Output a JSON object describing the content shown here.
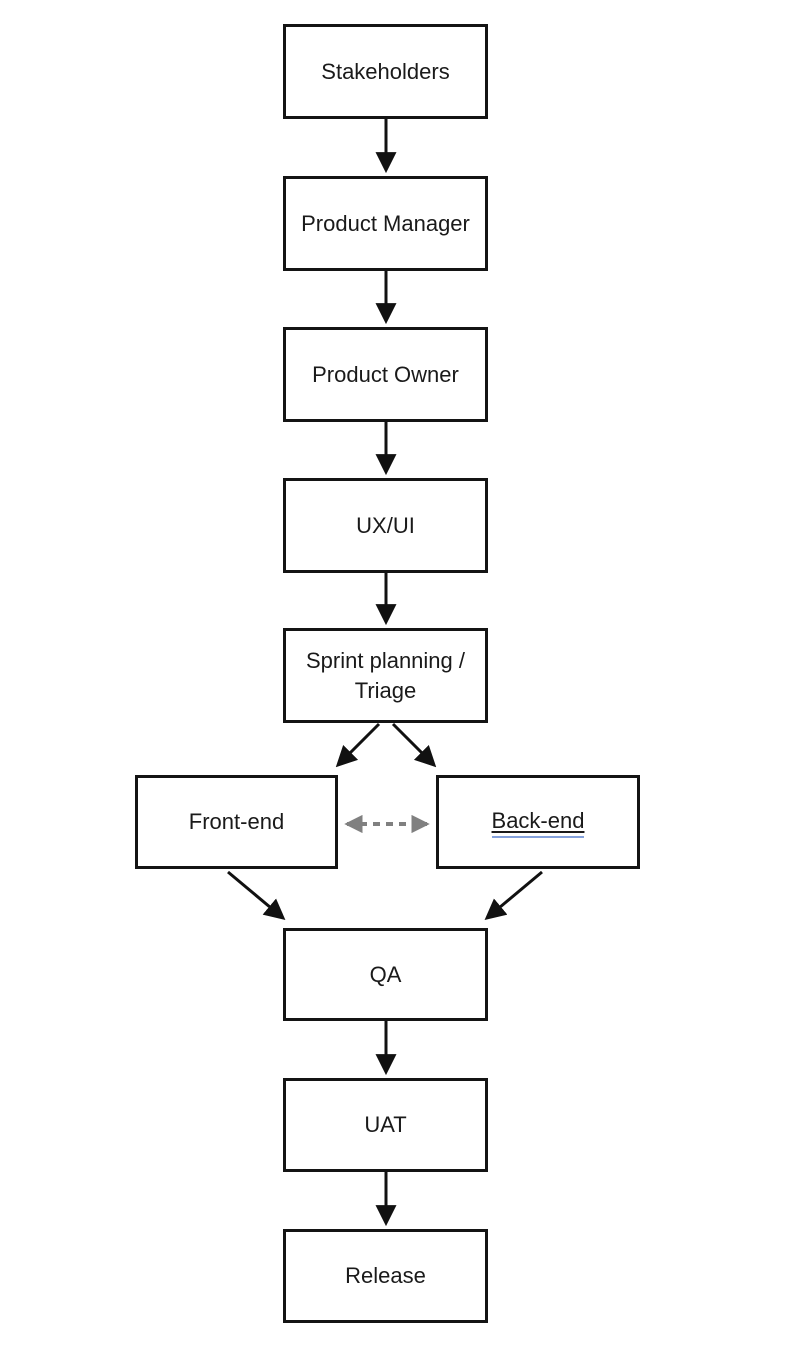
{
  "diagram_type": "flowchart",
  "nodes": {
    "stakeholders": {
      "label": "Stakeholders"
    },
    "product_manager": {
      "label": "Product Manager"
    },
    "product_owner": {
      "label": "Product Owner"
    },
    "ux_ui": {
      "label": "UX/UI"
    },
    "sprint_planning": {
      "label": "Sprint planning / Triage"
    },
    "front_end": {
      "label": "Front-end"
    },
    "back_end": {
      "label": "Back-end"
    },
    "qa": {
      "label": "QA"
    },
    "uat": {
      "label": "UAT"
    },
    "release": {
      "label": "Release"
    }
  },
  "edges": [
    {
      "from": "stakeholders",
      "to": "product_manager",
      "style": "solid-arrow"
    },
    {
      "from": "product_manager",
      "to": "product_owner",
      "style": "solid-arrow"
    },
    {
      "from": "product_owner",
      "to": "ux_ui",
      "style": "solid-arrow"
    },
    {
      "from": "ux_ui",
      "to": "sprint_planning",
      "style": "solid-arrow"
    },
    {
      "from": "sprint_planning",
      "to": "front_end",
      "style": "solid-arrow"
    },
    {
      "from": "sprint_planning",
      "to": "back_end",
      "style": "solid-arrow"
    },
    {
      "from": "front_end",
      "to": "back_end",
      "style": "dashed-double-arrow"
    },
    {
      "from": "front_end",
      "to": "qa",
      "style": "solid-arrow"
    },
    {
      "from": "back_end",
      "to": "qa",
      "style": "solid-arrow"
    },
    {
      "from": "qa",
      "to": "uat",
      "style": "solid-arrow"
    },
    {
      "from": "uat",
      "to": "release",
      "style": "solid-arrow"
    }
  ],
  "colors": {
    "background": "#ffffff",
    "box_border": "#141414",
    "text": "#1a1a1a",
    "arrow": "#111111",
    "dashed_arrow": "#808080",
    "link_underline_accent": "#84a1dc"
  }
}
